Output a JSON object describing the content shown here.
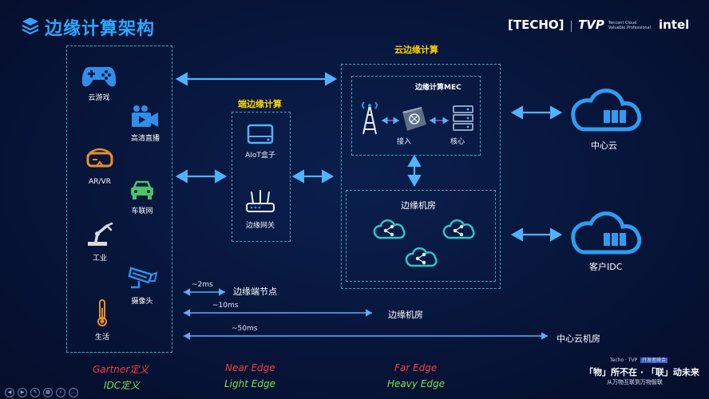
{
  "header": {
    "title": "边缘计算架构",
    "brand_techo": "[TECHO]",
    "brand_tvp": "TVP",
    "brand_tvp_sub1": "Tencent Cloud",
    "brand_tvp_sub2": "Valuable Professional",
    "brand_intel": "intel"
  },
  "devices": [
    {
      "label": "云游戏",
      "icon": "gamepad-icon"
    },
    {
      "label": "高清直播",
      "icon": "video-camera-icon"
    },
    {
      "label": "AR/VR",
      "icon": "vr-headset-icon"
    },
    {
      "label": "车联网",
      "icon": "car-icon"
    },
    {
      "label": "工业",
      "icon": "robot-arm-icon"
    },
    {
      "label": "摄像头",
      "icon": "cctv-camera-icon"
    },
    {
      "label": "生活",
      "icon": "thermometer-icon"
    }
  ],
  "near_edge": {
    "title": "端边缘计算",
    "items": [
      {
        "label": "AIoT盒子",
        "icon": "aiot-box-icon"
      },
      {
        "label": "边缘网关",
        "icon": "router-icon"
      }
    ]
  },
  "far_edge": {
    "title": "云边缘计算",
    "mec_title": "边缘计算MEC",
    "access_label": "接入",
    "core_label": "核心",
    "room_title": "边缘机房"
  },
  "cloud": {
    "center_label": "中心云",
    "idc_label": "客户IDC"
  },
  "latency": [
    {
      "value": "~2ms",
      "name": "边缘端节点"
    },
    {
      "value": "~10ms",
      "name": "边缘机房"
    },
    {
      "value": "~50ms",
      "name": "中心云机房"
    }
  ],
  "definitions": {
    "gartner": "Gartner定义",
    "idc": "IDC定义",
    "near_edge_en": "Near Edge",
    "light_edge_en": "Light Edge",
    "far_edge_en": "Far Edge",
    "heavy_edge_en": "Heavy Edge"
  },
  "slogan": {
    "top": "Techo · TVP",
    "badge": "开发者峰会",
    "main": "「物」所不在 · 「联」动未来",
    "sub": "从万物互联到万物智联"
  },
  "colors": {
    "arrow": "#4fb3ff",
    "dashed": "#2bb0b8",
    "title": "#2ea6ff",
    "yellow": "#ffd400",
    "red": "#ff3b3b",
    "green": "#7ee04a"
  }
}
